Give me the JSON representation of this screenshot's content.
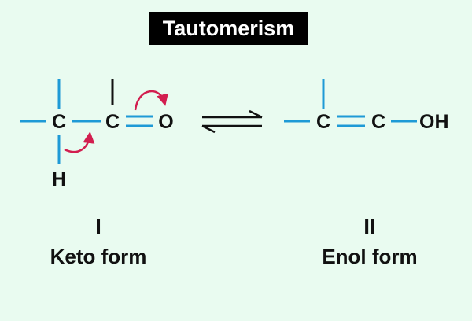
{
  "title": "Tautomerism",
  "colors": {
    "background": "#e9fbf0",
    "bond": "#1e9ad6",
    "arrow": "#d21e4f",
    "text": "#111111",
    "title_bg": "#000000",
    "title_fg": "#ffffff"
  },
  "keto": {
    "numeral": "I",
    "name": "Keto form",
    "atoms": {
      "c1": "C",
      "c2": "C",
      "o": "O",
      "h": "H"
    }
  },
  "enol": {
    "numeral": "II",
    "name": "Enol form",
    "atoms": {
      "c1": "C",
      "c2": "C",
      "oh": "OH"
    }
  }
}
